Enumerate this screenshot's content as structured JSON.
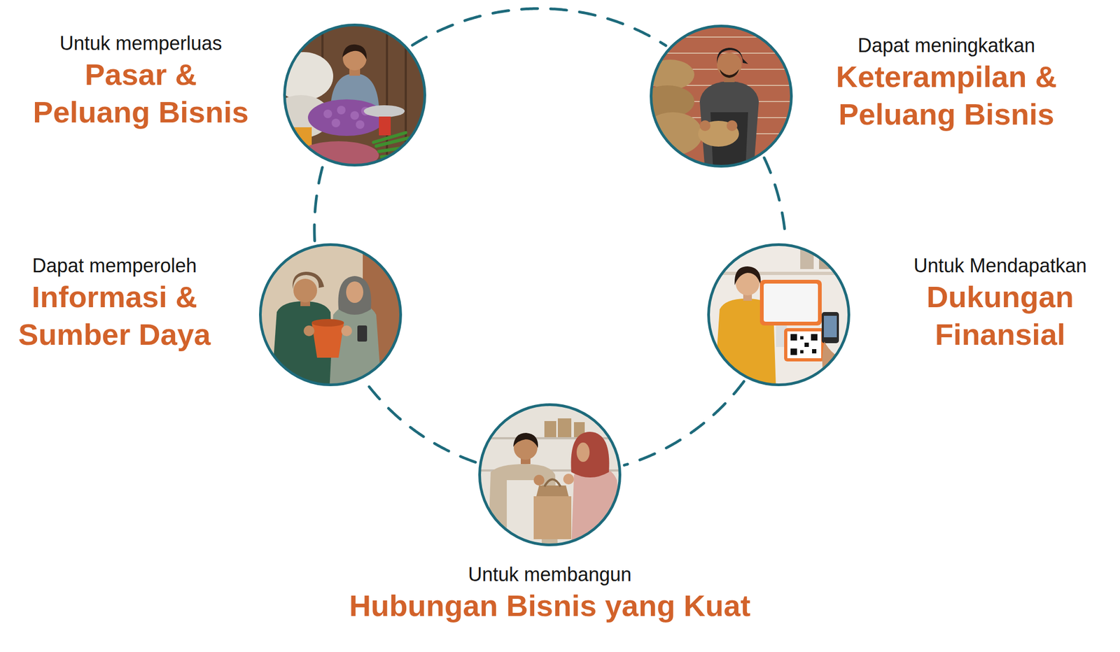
{
  "diagram": {
    "nodes": [
      {
        "text": [
          "Untuk memperluas",
          "Pasar & Peluang Bisnis"
        ]
      },
      {
        "text": [
          "Dapat meningkatkan",
          "Keterampilan & Peluang Bisnis"
        ]
      },
      {
        "text": [
          "Dapat memperoleh",
          "Informasi & Sumber Daya"
        ]
      },
      {
        "text": [
          "Untuk Mendapatkan",
          "Dukungan Finansial"
        ]
      },
      {
        "text": [
          "Untuk membangun",
          "Hubungan Bisnis yang Kuat"
        ]
      }
    ],
    "edges": [
      {
        "from": 0,
        "to": 1,
        "arrow": "none"
      },
      {
        "from": 1,
        "to": 3,
        "arrow": "none"
      },
      {
        "from": 3,
        "to": 4,
        "arrow": "none"
      },
      {
        "from": 4,
        "to": 2,
        "arrow": "none"
      },
      {
        "from": 2,
        "to": 0,
        "arrow": "none"
      }
    ]
  }
}
